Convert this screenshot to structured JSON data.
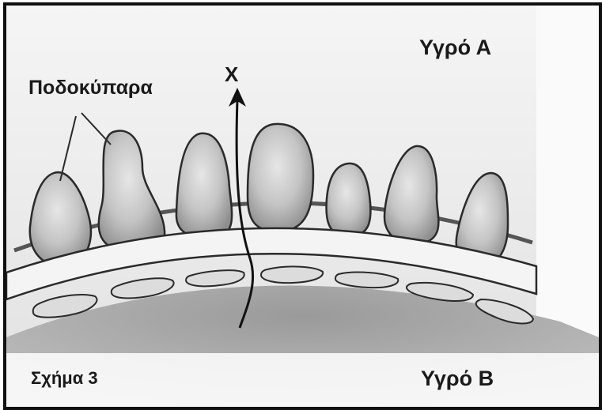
{
  "labels": {
    "fluid_a": "Υγρό Α",
    "fluid_b": "Υγρό Β",
    "podocytes": "Ποδοκύπαρα",
    "arrow": "Χ",
    "figure": "Σχήμα 3"
  },
  "colors": {
    "frame": "#111111",
    "upper_bg": "#ededed",
    "cell_fill": "#bdbdbd",
    "capillary_fill": "#a8a8a8",
    "outline": "#2a2a2a"
  },
  "icons": {
    "arrow": "upward-arrow-icon"
  }
}
